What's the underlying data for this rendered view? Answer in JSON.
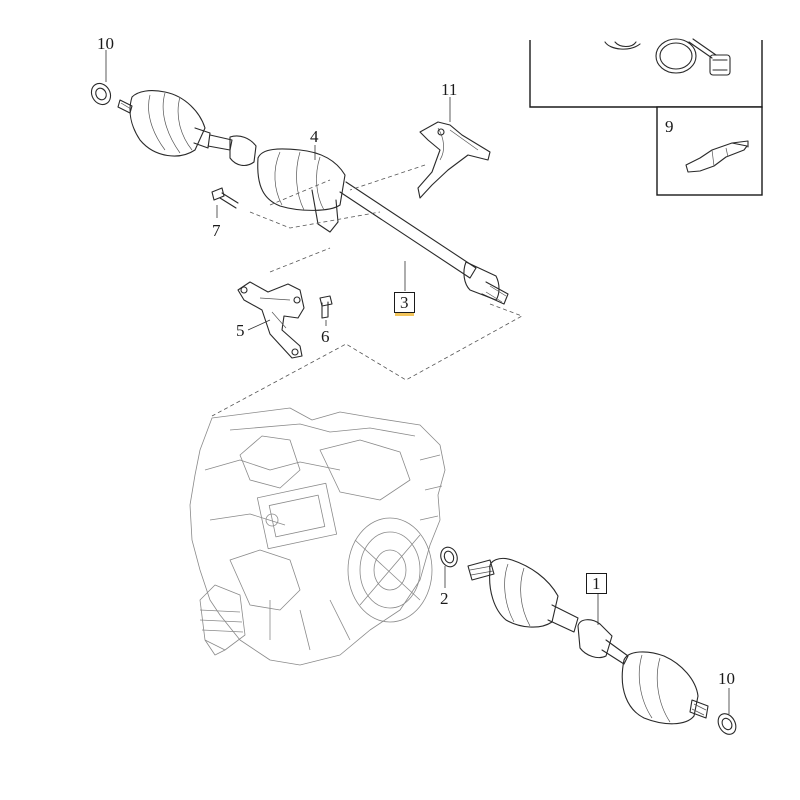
{
  "callouts": {
    "c10_top": "10",
    "c11": "11",
    "c4": "4",
    "c7": "7",
    "c3": "3",
    "c5": "5",
    "c6": "6",
    "c9": "9",
    "c2": "2",
    "c1": "1",
    "c10_bottom": "10"
  },
  "colors": {
    "line": "#2a2a2a",
    "gearbox_line": "#8a8a8a",
    "highlight": "#f2c45a"
  }
}
